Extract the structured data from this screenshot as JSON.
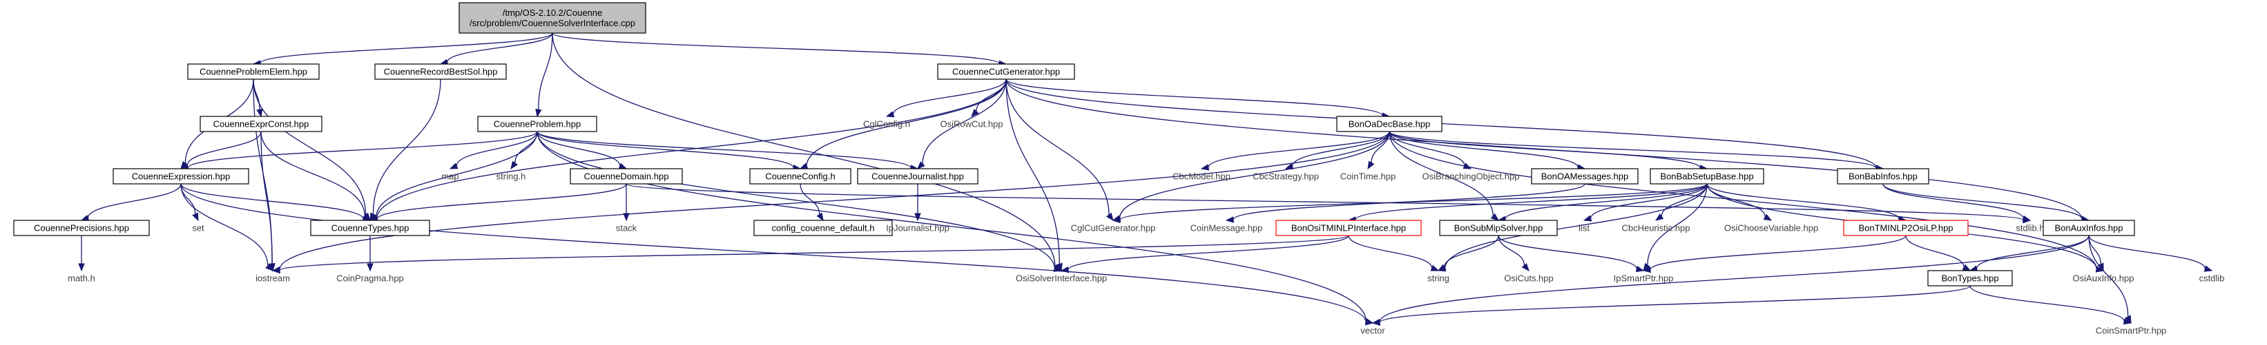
{
  "colors": {
    "edge": "#191970",
    "root_fill": "#bfbfbf",
    "highlight_stroke": "#ff0000",
    "external_text": "#404040"
  },
  "nodes": {
    "root": {
      "lines": [
        "/tmp/OS-2.10.2/Couenne",
        "/src/problem/CouenneSolverInterface.cpp"
      ],
      "kind": "root"
    },
    "probelem": {
      "lines": [
        "CouenneProblemElem.hpp"
      ],
      "kind": "normal"
    },
    "recbest": {
      "lines": [
        "CouenneRecordBestSol.hpp"
      ],
      "kind": "normal"
    },
    "cutgen": {
      "lines": [
        "CouenneCutGenerator.hpp"
      ],
      "kind": "normal"
    },
    "exprconst": {
      "lines": [
        "CouenneExprConst.hpp"
      ],
      "kind": "normal"
    },
    "problem": {
      "lines": [
        "CouenneProblem.hpp"
      ],
      "kind": "normal"
    },
    "expression": {
      "lines": [
        "CouenneExpression.hpp"
      ],
      "kind": "normal"
    },
    "precisions": {
      "lines": [
        "CouennePrecisions.hpp"
      ],
      "kind": "normal"
    },
    "mathh": {
      "lines": [
        "math.h"
      ],
      "kind": "external"
    },
    "set": {
      "lines": [
        "set"
      ],
      "kind": "external"
    },
    "map": {
      "lines": [
        "map"
      ],
      "kind": "external"
    },
    "stringh": {
      "lines": [
        "string.h"
      ],
      "kind": "external"
    },
    "domain": {
      "lines": [
        "CouenneDomain.hpp"
      ],
      "kind": "normal"
    },
    "stack": {
      "lines": [
        "stack"
      ],
      "kind": "external"
    },
    "types": {
      "lines": [
        "CouenneTypes.hpp"
      ],
      "kind": "normal"
    },
    "coinpragma": {
      "lines": [
        "CoinPragma.hpp"
      ],
      "kind": "external"
    },
    "iostream": {
      "lines": [
        "iostream"
      ],
      "kind": "external"
    },
    "config": {
      "lines": [
        "CouenneConfig.h"
      ],
      "kind": "normal"
    },
    "configdef": {
      "lines": [
        "config_couenne_default.h"
      ],
      "kind": "normal"
    },
    "journalist": {
      "lines": [
        "CouenneJournalist.hpp"
      ],
      "kind": "normal"
    },
    "ipjournalist": {
      "lines": [
        "IpJournalist.hpp"
      ],
      "kind": "external"
    },
    "cglconfig": {
      "lines": [
        "CglConfig.h"
      ],
      "kind": "external"
    },
    "osirowcut": {
      "lines": [
        "OsiRowCut.hpp"
      ],
      "kind": "external"
    },
    "oadecbase": {
      "lines": [
        "BonOaDecBase.hpp"
      ],
      "kind": "normal"
    },
    "cbcmodel": {
      "lines": [
        "CbcModel.hpp"
      ],
      "kind": "external"
    },
    "cbcstrategy": {
      "lines": [
        "CbcStrategy.hpp"
      ],
      "kind": "external"
    },
    "cointime": {
      "lines": [
        "CoinTime.hpp"
      ],
      "kind": "external"
    },
    "osibranching": {
      "lines": [
        "OsiBranchingObject.hpp"
      ],
      "kind": "external"
    },
    "oamessages": {
      "lines": [
        "BonOAMessages.hpp"
      ],
      "kind": "normal"
    },
    "babsetup": {
      "lines": [
        "BonBabSetupBase.hpp"
      ],
      "kind": "normal"
    },
    "babinfo": {
      "lines": [
        "BonBabInfos.hpp"
      ],
      "kind": "normal"
    },
    "cglcutgen": {
      "lines": [
        "CglCutGenerator.hpp"
      ],
      "kind": "external"
    },
    "coinmessage": {
      "lines": [
        "CoinMessage.hpp"
      ],
      "kind": "external"
    },
    "ositminlp": {
      "lines": [
        "BonOsiTMINLPInterface.hpp"
      ],
      "kind": "highlight"
    },
    "submip": {
      "lines": [
        "BonSubMipSolver.hpp"
      ],
      "kind": "normal"
    },
    "list": {
      "lines": [
        "list"
      ],
      "kind": "external"
    },
    "cbcheur": {
      "lines": [
        "CbcHeuristic.hpp"
      ],
      "kind": "external"
    },
    "osichoose": {
      "lines": [
        "OsiChooseVariable.hpp"
      ],
      "kind": "external"
    },
    "tminlp2osilp": {
      "lines": [
        "BonTMINLP2OsiLP.hpp"
      ],
      "kind": "highlight"
    },
    "stdlibh": {
      "lines": [
        "stdlib.h"
      ],
      "kind": "external"
    },
    "auxinfos": {
      "lines": [
        "BonAuxInfos.hpp"
      ],
      "kind": "normal"
    },
    "osisolver": {
      "lines": [
        "OsiSolverInterface.hpp"
      ],
      "kind": "external"
    },
    "string": {
      "lines": [
        "string"
      ],
      "kind": "external"
    },
    "osicuts": {
      "lines": [
        "OsiCuts.hpp"
      ],
      "kind": "external"
    },
    "ipsmartptr": {
      "lines": [
        "IpSmartPtr.hpp"
      ],
      "kind": "external"
    },
    "bontypes": {
      "lines": [
        "BonTypes.hpp"
      ],
      "kind": "normal"
    },
    "osiauxinfo": {
      "lines": [
        "OsiAuxInfo.hpp"
      ],
      "kind": "external"
    },
    "cstdlib": {
      "lines": [
        "cstdlib"
      ],
      "kind": "external"
    },
    "vector": {
      "lines": [
        "vector"
      ],
      "kind": "external"
    },
    "coinsmartptr": {
      "lines": [
        "CoinSmartPtr.hpp"
      ],
      "kind": "external"
    }
  },
  "edges": [
    [
      "root",
      "probelem"
    ],
    [
      "root",
      "recbest"
    ],
    [
      "root",
      "problem"
    ],
    [
      "root",
      "cutgen"
    ],
    [
      "root",
      "osisolver"
    ],
    [
      "probelem",
      "exprconst"
    ],
    [
      "probelem",
      "expression"
    ],
    [
      "probelem",
      "types"
    ],
    [
      "probelem",
      "iostream"
    ],
    [
      "recbest",
      "types"
    ],
    [
      "exprconst",
      "expression"
    ],
    [
      "exprconst",
      "types"
    ],
    [
      "exprconst",
      "iostream"
    ],
    [
      "expression",
      "precisions"
    ],
    [
      "expression",
      "set"
    ],
    [
      "expression",
      "types"
    ],
    [
      "expression",
      "iostream"
    ],
    [
      "expression",
      "vector"
    ],
    [
      "precisions",
      "mathh"
    ],
    [
      "types",
      "coinpragma"
    ],
    [
      "problem",
      "expression"
    ],
    [
      "problem",
      "map"
    ],
    [
      "problem",
      "stringh"
    ],
    [
      "problem",
      "types"
    ],
    [
      "problem",
      "domain"
    ],
    [
      "problem",
      "config"
    ],
    [
      "problem",
      "journalist"
    ],
    [
      "problem",
      "vector"
    ],
    [
      "problem",
      "osisolver"
    ],
    [
      "domain",
      "stack"
    ],
    [
      "domain",
      "types"
    ],
    [
      "domain",
      "stdlibh"
    ],
    [
      "config",
      "configdef"
    ],
    [
      "journalist",
      "ipjournalist"
    ],
    [
      "cutgen",
      "cglconfig"
    ],
    [
      "cutgen",
      "osirowcut"
    ],
    [
      "cutgen",
      "config"
    ],
    [
      "cutgen",
      "journalist"
    ],
    [
      "cutgen",
      "types"
    ],
    [
      "cutgen",
      "cglcutgen"
    ],
    [
      "cutgen",
      "osisolver"
    ],
    [
      "cutgen",
      "oadecbase"
    ],
    [
      "cutgen",
      "babinfo"
    ],
    [
      "cutgen",
      "auxinfos"
    ],
    [
      "oadecbase",
      "cbcmodel"
    ],
    [
      "oadecbase",
      "cbcstrategy"
    ],
    [
      "oadecbase",
      "cointime"
    ],
    [
      "oadecbase",
      "osibranching"
    ],
    [
      "oadecbase",
      "oamessages"
    ],
    [
      "oadecbase",
      "babsetup"
    ],
    [
      "oadecbase",
      "babinfo"
    ],
    [
      "oadecbase",
      "cglcutgen"
    ],
    [
      "oadecbase",
      "osiauxinfo"
    ],
    [
      "oadecbase",
      "iostream"
    ],
    [
      "oadecbase",
      "submip"
    ],
    [
      "oamessages",
      "coinmessage"
    ],
    [
      "babsetup",
      "cglcutgen"
    ],
    [
      "babsetup",
      "ositminlp"
    ],
    [
      "babsetup",
      "submip"
    ],
    [
      "babsetup",
      "list"
    ],
    [
      "babsetup",
      "cbcheur"
    ],
    [
      "babsetup",
      "osichoose"
    ],
    [
      "babsetup",
      "tminlp2osilp"
    ],
    [
      "babsetup",
      "string"
    ],
    [
      "babsetup",
      "ipsmartptr"
    ],
    [
      "babsetup",
      "osiauxinfo"
    ],
    [
      "babinfo",
      "stdlibh"
    ],
    [
      "babinfo",
      "auxinfos"
    ],
    [
      "ositminlp",
      "iostream"
    ],
    [
      "ositminlp",
      "osisolver"
    ],
    [
      "ositminlp",
      "string"
    ],
    [
      "submip",
      "string"
    ],
    [
      "submip",
      "osicuts"
    ],
    [
      "submip",
      "ipsmartptr"
    ],
    [
      "tminlp2osilp",
      "bontypes"
    ],
    [
      "tminlp2osilp",
      "ipsmartptr"
    ],
    [
      "auxinfos",
      "bontypes"
    ],
    [
      "auxinfos",
      "osiauxinfo"
    ],
    [
      "auxinfos",
      "cstdlib"
    ],
    [
      "auxinfos",
      "vector"
    ],
    [
      "auxinfos",
      "coinsmartptr"
    ],
    [
      "bontypes",
      "vector"
    ],
    [
      "bontypes",
      "coinsmartptr"
    ]
  ]
}
